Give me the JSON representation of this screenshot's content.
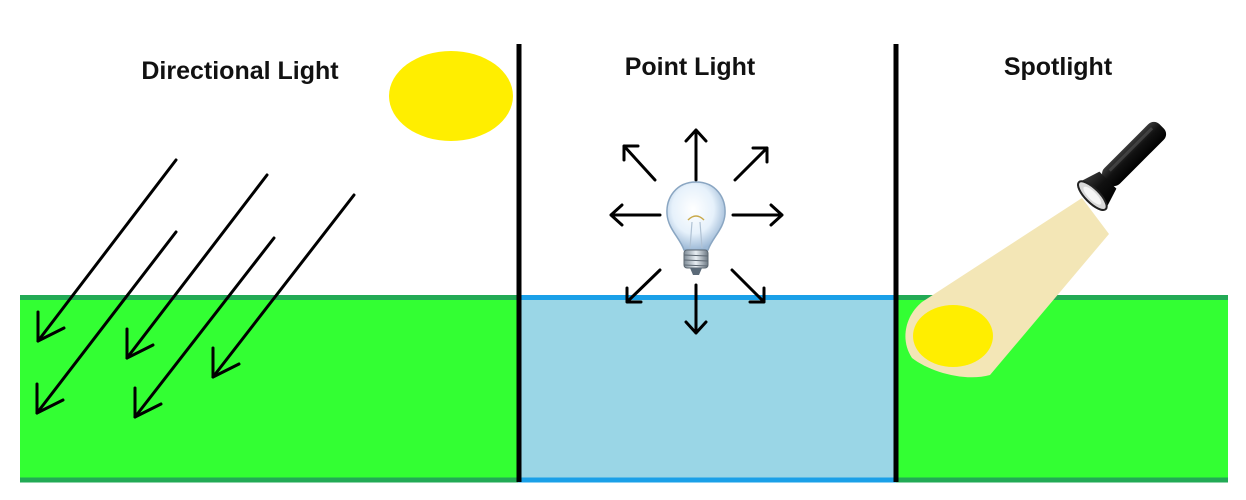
{
  "labels": {
    "directional": "Directional Light",
    "point": "Point Light",
    "spot": "Spotlight"
  },
  "colors": {
    "grass": "#33ff33",
    "grass_edge": "#22aa55",
    "water": "#9ad6e6",
    "water_edge": "#1aa0e8",
    "sun": "#ffee00",
    "beam": "#f3e6b6",
    "divider": "#000000",
    "arrow": "#000000"
  },
  "icons": {
    "sun": "sun-icon",
    "bulb": "light-bulb-icon",
    "flashlight": "flashlight-icon"
  }
}
